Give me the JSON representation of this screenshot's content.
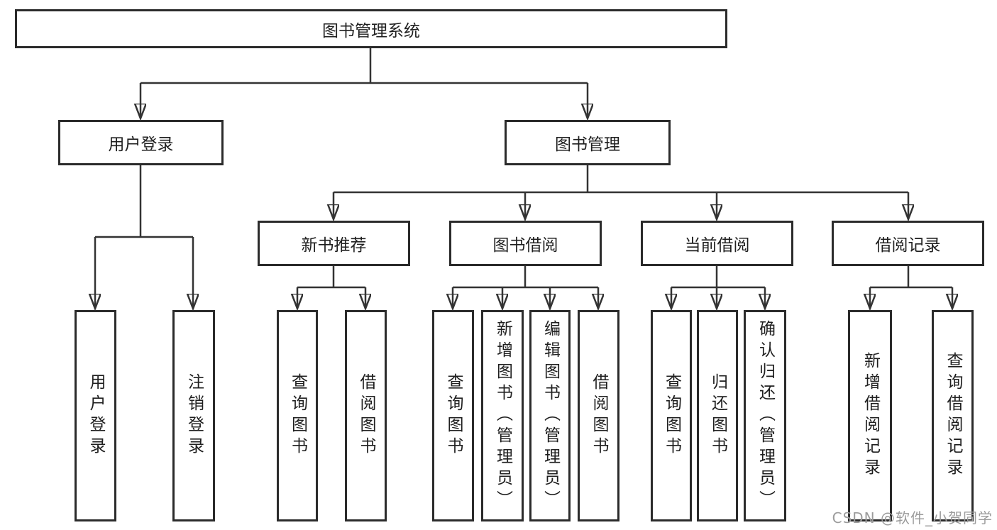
{
  "diagram": {
    "root": {
      "label": "图书管理系统"
    },
    "branches": [
      {
        "label": "用户登录",
        "children": [
          {
            "label": "用户登录"
          },
          {
            "label": "注销登录"
          }
        ]
      },
      {
        "label": "图书管理",
        "children": [
          {
            "label": "新书推荐",
            "children": [
              {
                "label": "查询图书"
              },
              {
                "label": "借阅图书"
              }
            ]
          },
          {
            "label": "图书借阅",
            "children": [
              {
                "label": "查询图书"
              },
              {
                "label": "新增图书（管理员）"
              },
              {
                "label": "编辑图书（管理员）"
              },
              {
                "label": "借阅图书"
              }
            ]
          },
          {
            "label": "当前借阅",
            "children": [
              {
                "label": "查询图书"
              },
              {
                "label": "归还图书"
              },
              {
                "label": "确认归还（管理员）"
              }
            ]
          },
          {
            "label": "借阅记录",
            "children": [
              {
                "label": "新增借阅记录"
              },
              {
                "label": "查询借阅记录"
              }
            ]
          }
        ]
      }
    ],
    "watermark": "CSDN @软件_小贺同学",
    "colors": {
      "line": "#333333",
      "box_border": "#2b2b2b",
      "text": "#1f1f1f",
      "watermark": "#9c9c9c",
      "background": "#ffffff"
    }
  }
}
